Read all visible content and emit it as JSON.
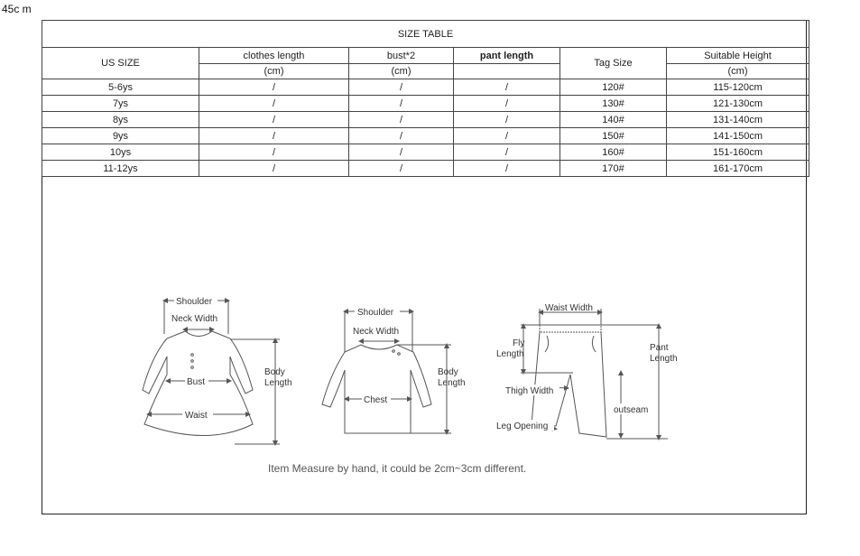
{
  "corner_text": "45c m",
  "table": {
    "title": "SIZE TABLE",
    "headers": {
      "us_size": "US SIZE",
      "clothes_length": "clothes length",
      "bust": "bust*2",
      "pant_length": "pant length",
      "tag_size": "Tag Size",
      "suitable_height": "Suitable Height"
    },
    "units": {
      "clothes_length": "(cm)",
      "bust": "(cm)",
      "suitable_height": "(cm)"
    },
    "rows": [
      {
        "size": "5-6ys",
        "clothes": "/",
        "bust": "/",
        "pant": "/",
        "tag": "120#",
        "height": "115-120cm"
      },
      {
        "size": "7ys",
        "clothes": "/",
        "bust": "/",
        "pant": "/",
        "tag": "130#",
        "height": "121-130cm"
      },
      {
        "size": "8ys",
        "clothes": "/",
        "bust": "/",
        "pant": "/",
        "tag": "140#",
        "height": "131-140cm"
      },
      {
        "size": "9ys",
        "clothes": "/",
        "bust": "/",
        "pant": "/",
        "tag": "150#",
        "height": "141-150cm"
      },
      {
        "size": "10ys",
        "clothes": "/",
        "bust": "/",
        "pant": "/",
        "tag": "160#",
        "height": "151-160cm"
      },
      {
        "size": "11-12ys",
        "clothes": "/",
        "bust": "/",
        "pant": "/",
        "tag": "170#",
        "height": "161-170cm"
      }
    ]
  },
  "diagram": {
    "dress": {
      "shoulder": "Shoulder",
      "neck_width": "Neck Width",
      "bust": "Bust",
      "waist": "Waist",
      "body_length_1": "Body",
      "body_length_2": "Length"
    },
    "shirt": {
      "shoulder": "Shoulder",
      "neck_width": "Neck Width",
      "chest": "Chest",
      "body_length_1": "Body",
      "body_length_2": "Length"
    },
    "pants": {
      "waist_width": "Waist Width",
      "fly_1": "Fly",
      "fly_2": "Length",
      "thigh_width": "Thigh Width",
      "leg_opening": "Leg Opening",
      "pant_length_1": "Pant",
      "pant_length_2": "Length",
      "outseam": "outseam"
    }
  },
  "note": "Item Measure by hand, it could be 2cm~3cm different."
}
